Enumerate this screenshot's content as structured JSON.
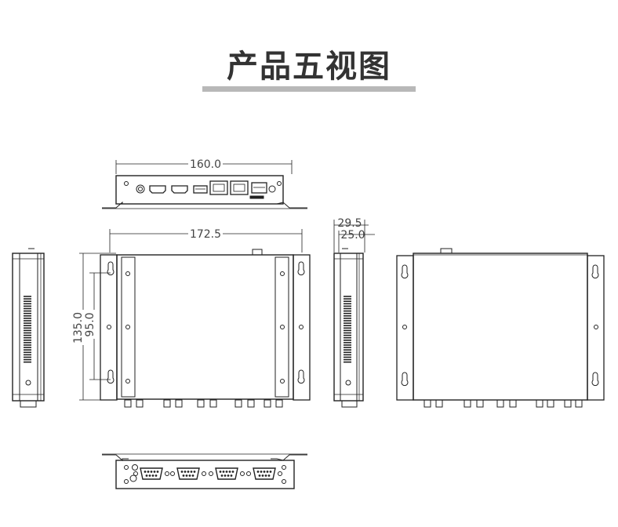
{
  "title": "产品五视图",
  "colors": {
    "title": "#333333",
    "underline": "#b8b8b8",
    "line": "#222222",
    "dim": "#444444"
  },
  "dimensions": {
    "width_front": "160.0",
    "width_top": "172.5",
    "height_outer": "135.0",
    "height_inner": "95.0",
    "depth_outer": "29.5",
    "depth_inner": "25.0"
  }
}
